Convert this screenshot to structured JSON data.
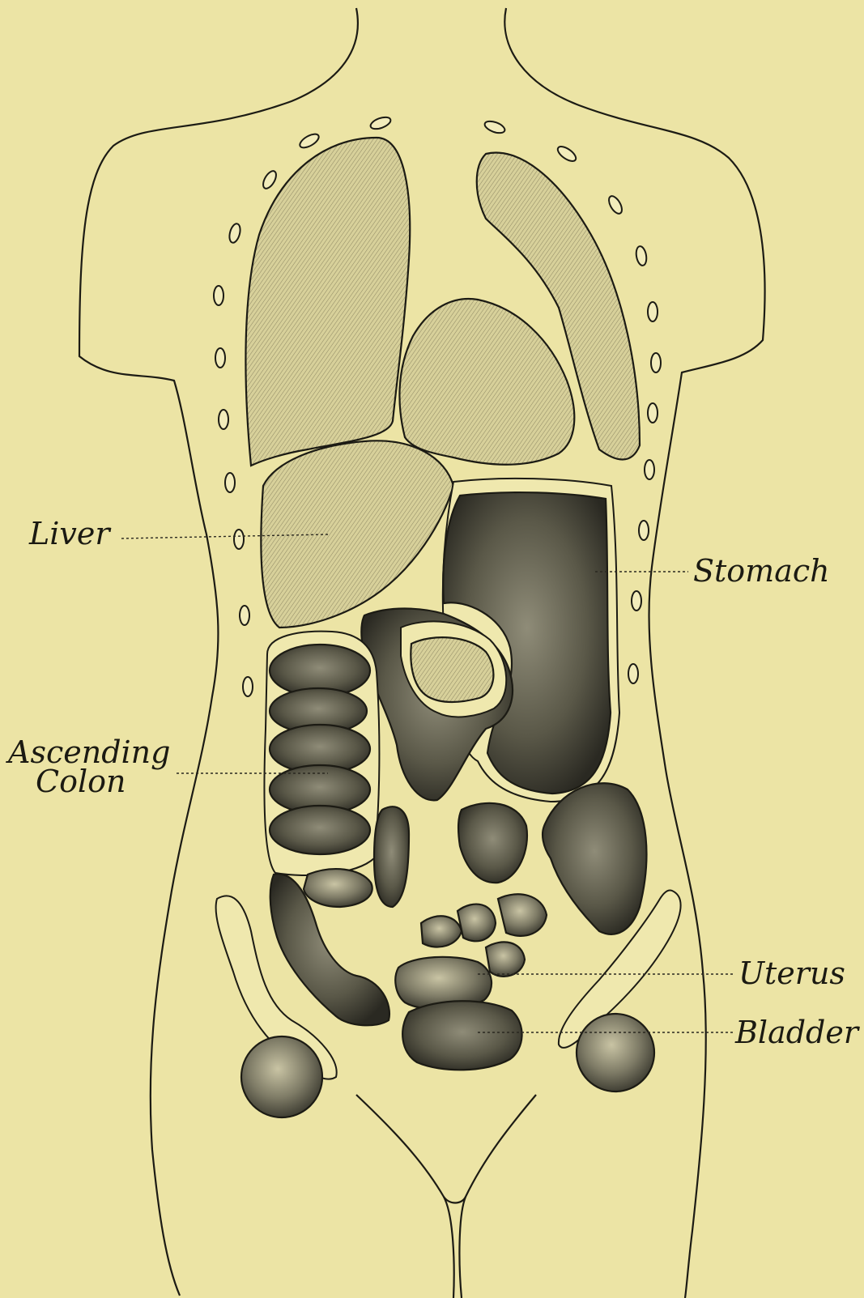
{
  "labels": {
    "liver": "Liver",
    "stomach": "Stomach",
    "ascending_colon_line1": "Ascending",
    "ascending_colon_line2": "Colon",
    "uterus": "Uterus",
    "bladder": "Bladder"
  },
  "colors": {
    "paper": "#ece4a5",
    "ink": "#1c1b14"
  }
}
